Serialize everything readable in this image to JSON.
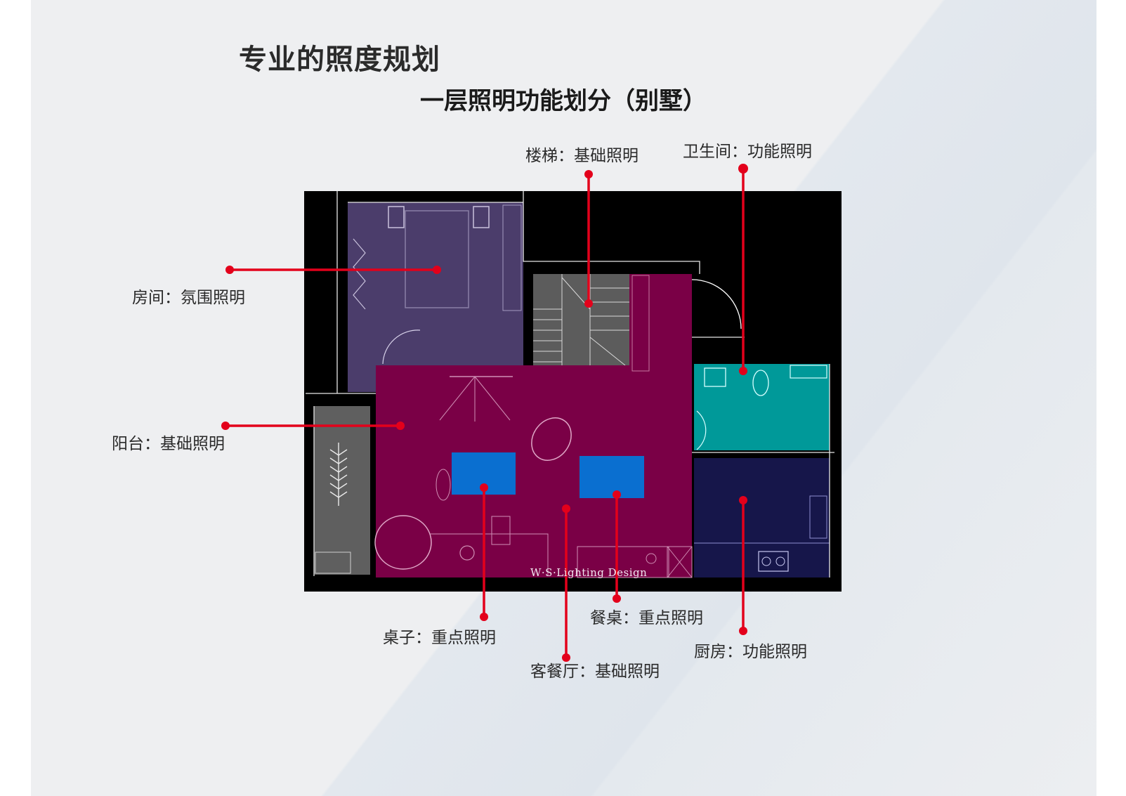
{
  "slide": {
    "title": "专业的照度规划",
    "subtitle": "一层照明功能划分（别墅）",
    "watermark": "W·S·Lighting Design"
  },
  "callouts": {
    "stairs": "楼梯：基础照明",
    "bathroom": "卫生间：功能照明",
    "bedroom": "房间：氛围照明",
    "balcony": "阳台：基础照明",
    "desk": "桌子：重点照明",
    "dining_table": "餐桌：重点照明",
    "living_dining": "客餐厅：基础照明",
    "kitchen": "厨房：功能照明"
  },
  "colors": {
    "leader_line": "#e3001b",
    "bedroom_zone": "#4b3d6b",
    "living_zone": "#7a0046",
    "stairs_zone": "#5c5c5c",
    "bathroom_zone": "#009999",
    "kitchen_zone": "#16164a",
    "table_zone": "#0a6fd0",
    "balcony_zone": "#5f5f5f"
  }
}
